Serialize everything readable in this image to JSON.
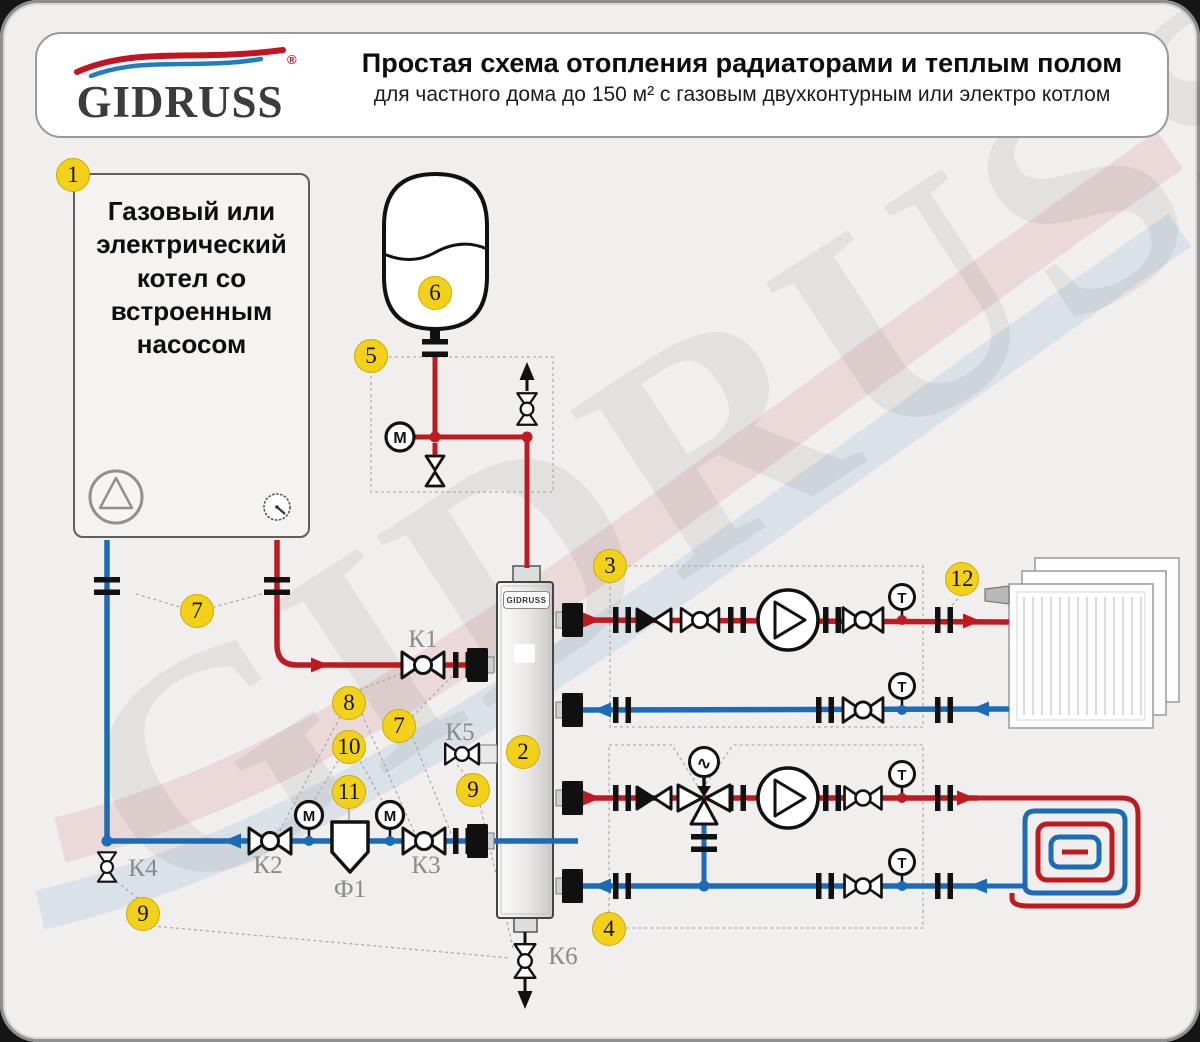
{
  "header": {
    "logo_text": "GIDRUSS",
    "registered_mark": "®",
    "title": "Простая схема отопления радиаторами и теплым полом",
    "subtitle": "для частного дома до 150 м² с газовым двухконтурным или электро котлом"
  },
  "watermark": {
    "text": "GIDRUSS"
  },
  "boiler": {
    "label": "Газовый или электрический котел со встроенным насосом"
  },
  "separator": {
    "brand": "GIDRUSS"
  },
  "callouts": {
    "n1": "1",
    "n2": "2",
    "n3": "3",
    "n4": "4",
    "n5": "5",
    "n6": "6",
    "n7": "7",
    "n8": "8",
    "n9": "9",
    "n10": "10",
    "n11": "11",
    "n12": "12"
  },
  "labels": {
    "k1": "К1",
    "k2": "К2",
    "k3": "К3",
    "k4": "К4",
    "k5": "К5",
    "k6": "К6",
    "f1": "Ф1"
  },
  "instruments": {
    "thermometer": "T",
    "manometer": "M",
    "thermo_head_symbol": "∿"
  },
  "colors": {
    "supply_red": "#C01A20",
    "return_blue": "#1B6BB8",
    "callout_yellow": "#F2D118"
  }
}
